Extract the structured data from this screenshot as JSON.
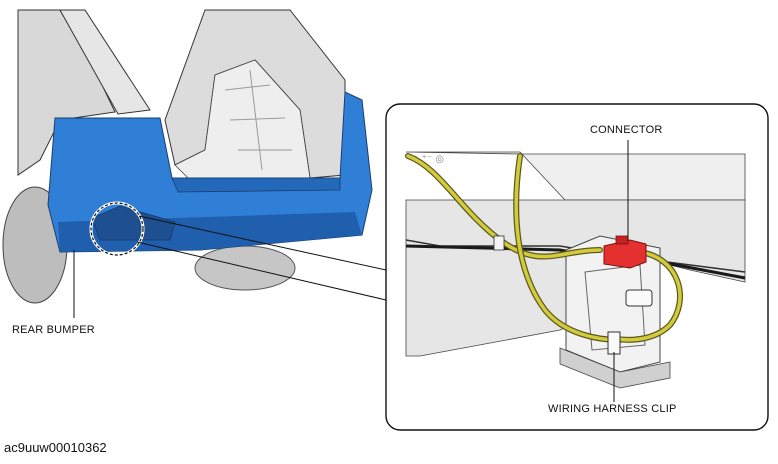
{
  "labels": {
    "rear_bumper": "REAR BUMPER",
    "connector": "CONNECTOR",
    "wiring_harness_clip": "WIRING HARNESS CLIP"
  },
  "figure_id": "ac9uuw00010362",
  "colors": {
    "bumper_blue": "#2f7fd6",
    "bumper_blue_dark": "#1f5fae",
    "body_gray": "#d6d6d6",
    "tire_gray": "#bdbdbd",
    "harness_yellow": "#c9c23a",
    "connector_red": "#e53030",
    "outline": "#222222"
  }
}
